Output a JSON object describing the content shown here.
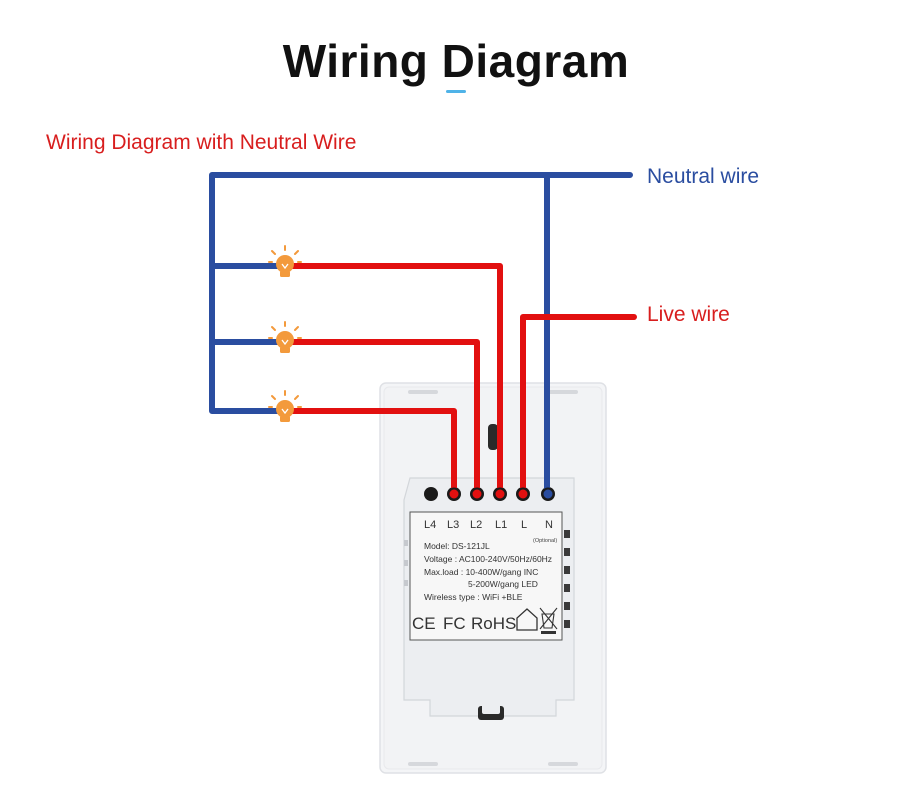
{
  "header": {
    "title": "Wiring Diagram",
    "subtitle": "Wiring Diagram with Neutral Wire"
  },
  "labels": {
    "neutral": "Neutral wire",
    "live": "Live wire"
  },
  "terminals": [
    "L4",
    "L3",
    "L2",
    "L1",
    "L",
    "N"
  ],
  "terminal_note": "(Optional)",
  "specs": {
    "model": "Model: DS-121JL",
    "voltage": "Voltage : AC100-240V/50Hz/60Hz",
    "max_load": "Max.load : 10-400W/gang INC",
    "max_load_led": "5-200W/gang LED",
    "wireless": "Wireless type : WiFi +BLE"
  },
  "certs": {
    "ce": "CE",
    "fc": "FC",
    "rohs": "RoHS"
  },
  "colors": {
    "neutral_wire": "#2a4da0",
    "live_wire": "#e21010",
    "bulb": "#f39a3c",
    "subtitle": "#d81e1e"
  },
  "icons": [
    "light-bulb-icon",
    "home-icon",
    "weee-bin-icon"
  ]
}
